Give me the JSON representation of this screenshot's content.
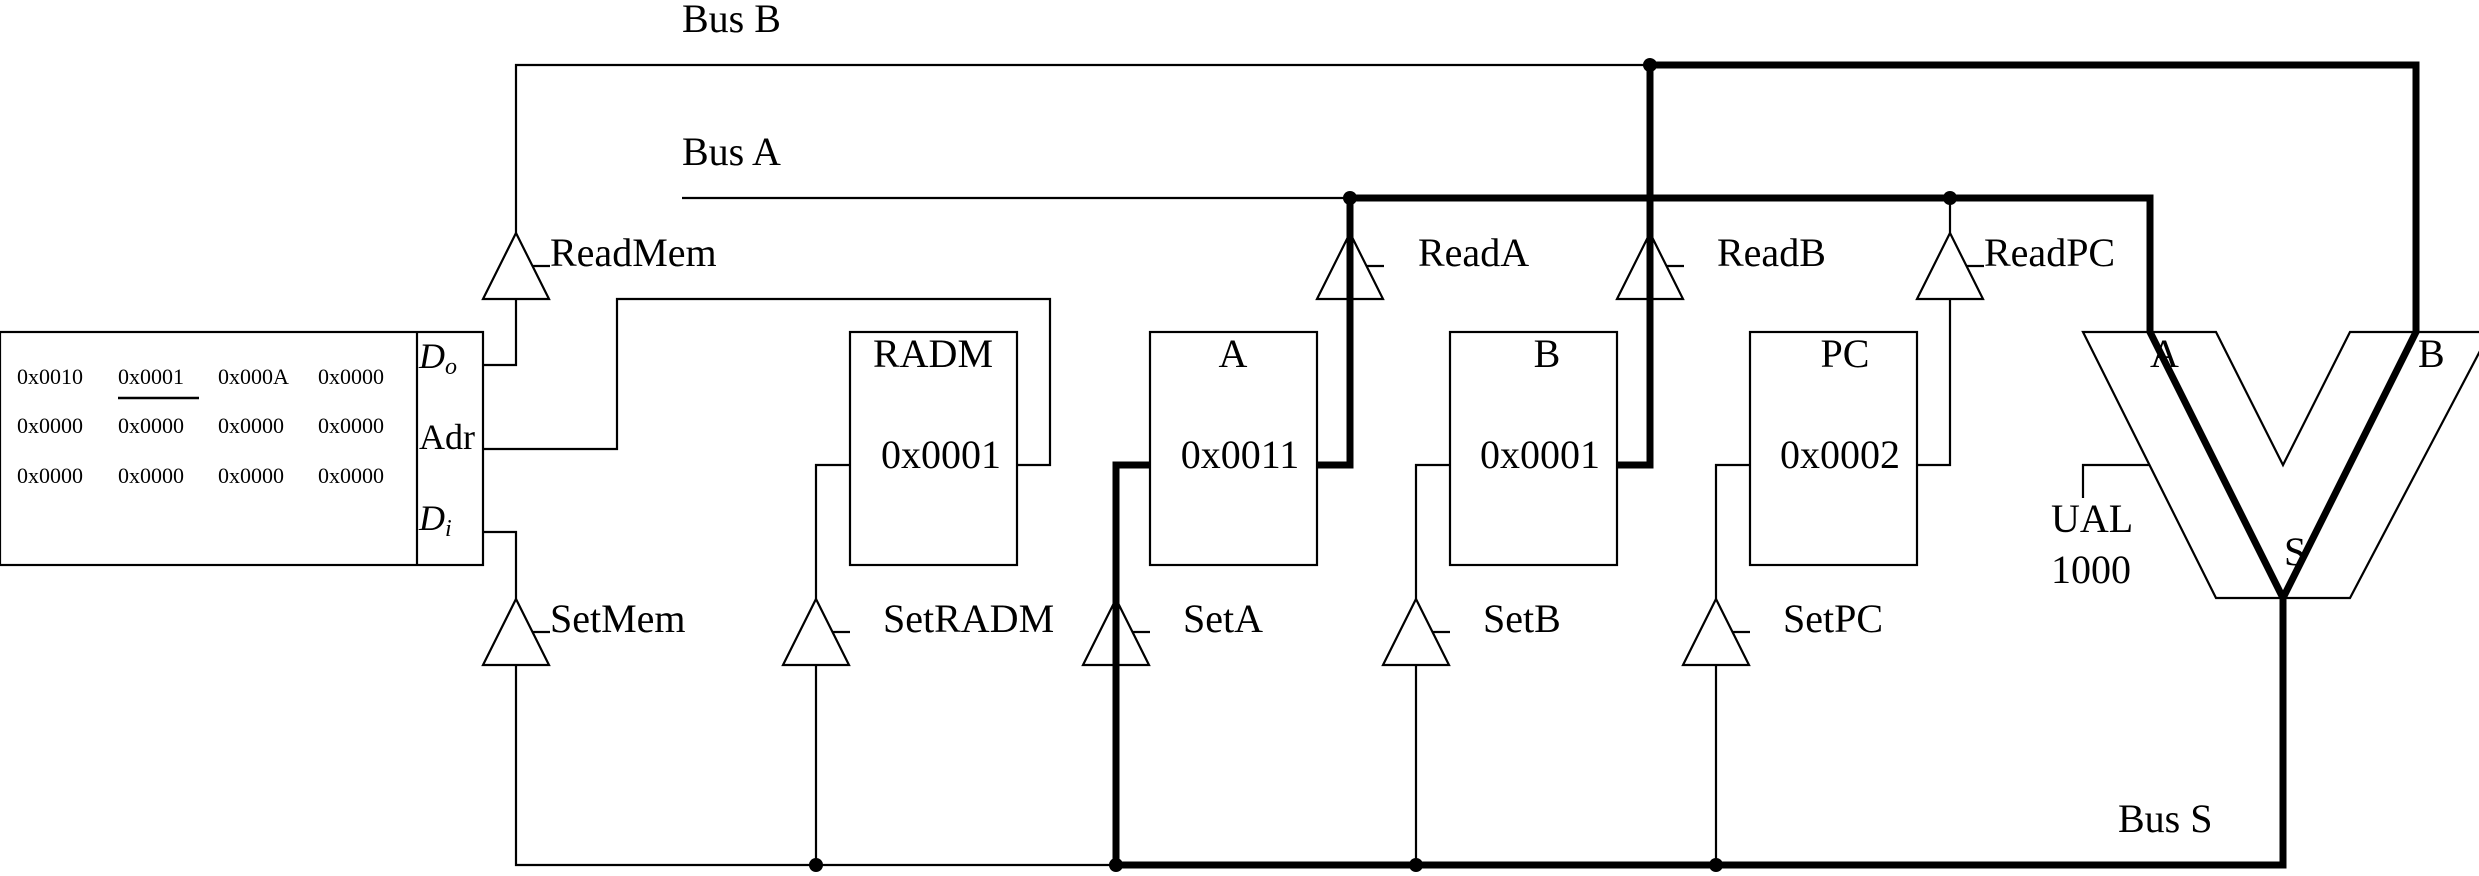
{
  "buses": {
    "bus_a": "Bus A",
    "bus_b": "Bus B",
    "bus_s": "Bus S"
  },
  "memory": {
    "ports": {
      "do": "D",
      "do_sub": "o",
      "adr": "Adr",
      "di": "D",
      "di_sub": "i"
    },
    "cells": [
      [
        "0x0010",
        "0x0001",
        "0x000A",
        "0x0000"
      ],
      [
        "0x0000",
        "0x0000",
        "0x0000",
        "0x0000"
      ],
      [
        "0x0000",
        "0x0000",
        "0x0000",
        "0x0000"
      ]
    ],
    "highlighted_cell": "0x0001"
  },
  "registers": [
    {
      "name": "RADM",
      "value": "0x0001",
      "set_label": "SetRADM"
    },
    {
      "name": "A",
      "value": "0x0011",
      "set_label": "SetA",
      "read_label": "ReadA"
    },
    {
      "name": "B",
      "value": "0x0001",
      "set_label": "SetB",
      "read_label": "ReadB"
    },
    {
      "name": "PC",
      "value": "0x0002",
      "set_label": "SetPC",
      "read_label": "ReadPC"
    }
  ],
  "gates": {
    "read_mem": "ReadMem",
    "set_mem": "SetMem"
  },
  "alu": {
    "input_a": "A",
    "input_b": "B",
    "output": "S",
    "name": "UAL",
    "opcode": "1000"
  }
}
